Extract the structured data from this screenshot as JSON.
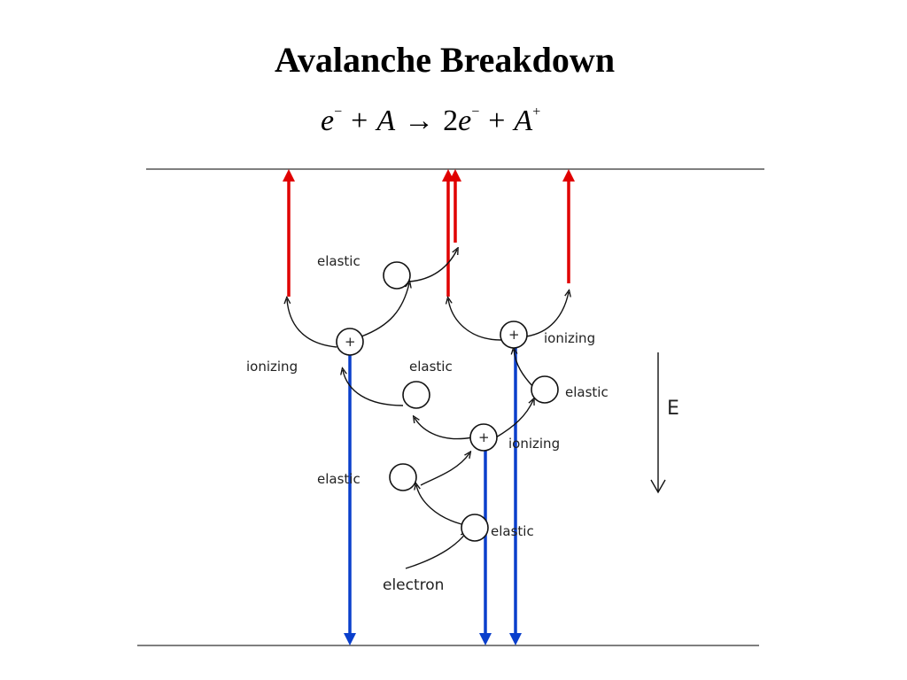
{
  "title": "Avalanche Breakdown",
  "equation": {
    "lhs_electron": "e",
    "lhs_electron_charge": "−",
    "plus_1": "+",
    "lhs_atom": "A",
    "arrow": "→",
    "rhs_coeff": "2",
    "rhs_electron": "e",
    "rhs_electron_charge": "−",
    "plus_2": "+",
    "rhs_ion": "A",
    "rhs_ion_charge": "+"
  },
  "labels": {
    "elastic": "elastic",
    "ionizing": "ionizing",
    "electron": "electron",
    "field": "E",
    "ion_sign": "+"
  },
  "colors": {
    "electron_path_red": "#e00000",
    "ion_path_blue": "#0a3fcc",
    "ink": "#111111"
  }
}
